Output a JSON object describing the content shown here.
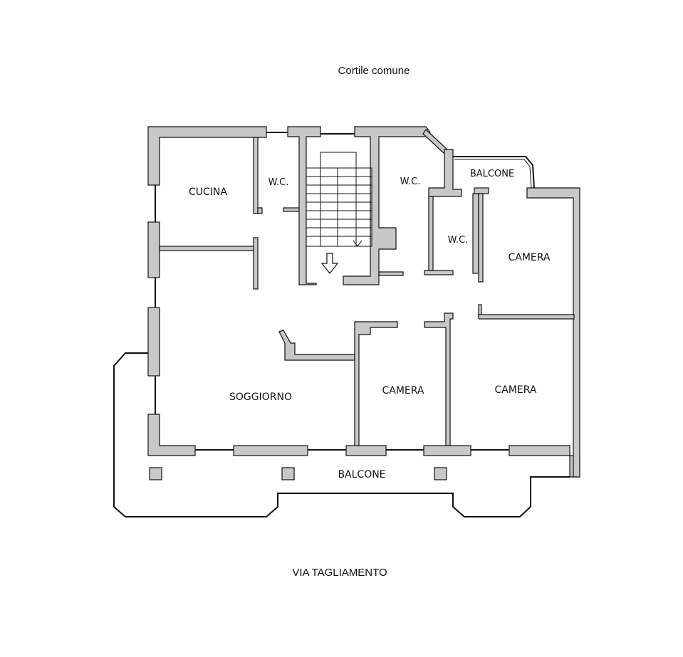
{
  "labels": {
    "courtyard": "Cortile comune",
    "street": "VIA TAGLIAMENTO",
    "kitchen": "CUCINA",
    "wc_left": "W.C.",
    "wc_middle": "W.C.",
    "wc_right": "W.C.",
    "balcony_top": "BALCONE",
    "balcony_bottom": "BALCONE",
    "room_top_right": "CAMERA",
    "room_center": "CAMERA",
    "room_bottom_right": "CAMERA",
    "living": "SOGGIORNO"
  },
  "colors": {
    "wall_fill": "#c8c8c8",
    "line": "#111111",
    "background": "#ffffff"
  }
}
